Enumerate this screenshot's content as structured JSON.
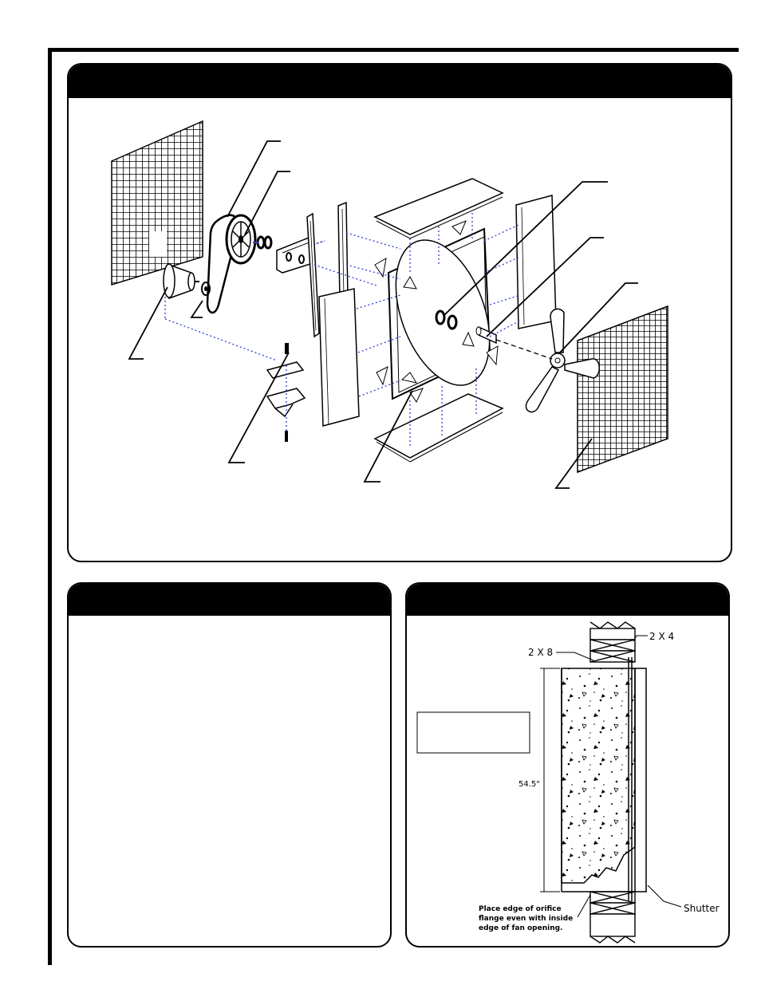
{
  "exploded_view": {
    "title": ""
  },
  "left_panel": {
    "title": ""
  },
  "right_panel": {
    "title": "",
    "labels": {
      "stud_top": "2 X 4",
      "header": "2 X 8",
      "height": "54.5\"",
      "shutter": "Shutter",
      "note_line1": "Place edge of orifice",
      "note_line2": "flange even with inside",
      "note_line3": "edge of fan opening."
    }
  },
  "colors": {
    "ink": "#000000",
    "hidden_line": "#2b3fd6",
    "background": "#ffffff"
  }
}
